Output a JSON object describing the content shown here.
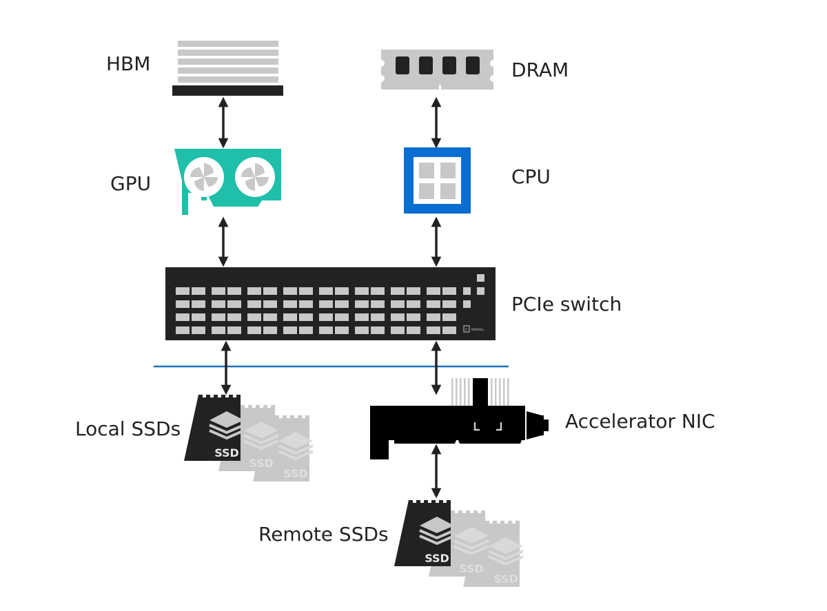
{
  "diagram": {
    "title": "GPU / CPU memory and storage topology via PCIe switch",
    "labels": {
      "hbm": "HBM",
      "dram": "DRAM",
      "gpu": "GPU",
      "cpu": "CPU",
      "pcie_switch": "PCIe switch",
      "local_ssds": "Local SSDs",
      "accelerator_nic": "Accelerator NIC",
      "remote_ssds": "Remote SSDs"
    },
    "ssd_badge": "SSD",
    "switch_brand": "MARVELL",
    "switch_brand_logo": "FI",
    "connections": [
      {
        "from": "HBM",
        "to": "GPU",
        "type": "bidirectional"
      },
      {
        "from": "DRAM",
        "to": "CPU",
        "type": "bidirectional"
      },
      {
        "from": "GPU",
        "to": "PCIe switch",
        "type": "bidirectional"
      },
      {
        "from": "CPU",
        "to": "PCIe switch",
        "type": "bidirectional"
      },
      {
        "from": "PCIe switch",
        "to": "Local SSDs",
        "type": "bidirectional"
      },
      {
        "from": "PCIe switch",
        "to": "Accelerator NIC",
        "type": "bidirectional"
      },
      {
        "from": "Accelerator NIC",
        "to": "Remote SSDs",
        "type": "bidirectional"
      }
    ],
    "colors": {
      "gpu": "#1fbfaa",
      "cpu": "#0a6dd0",
      "dark": "#222222",
      "black": "#000000",
      "light_gray": "#c8c8c8",
      "divider": "#1a6fb5",
      "text": "#222222"
    }
  }
}
